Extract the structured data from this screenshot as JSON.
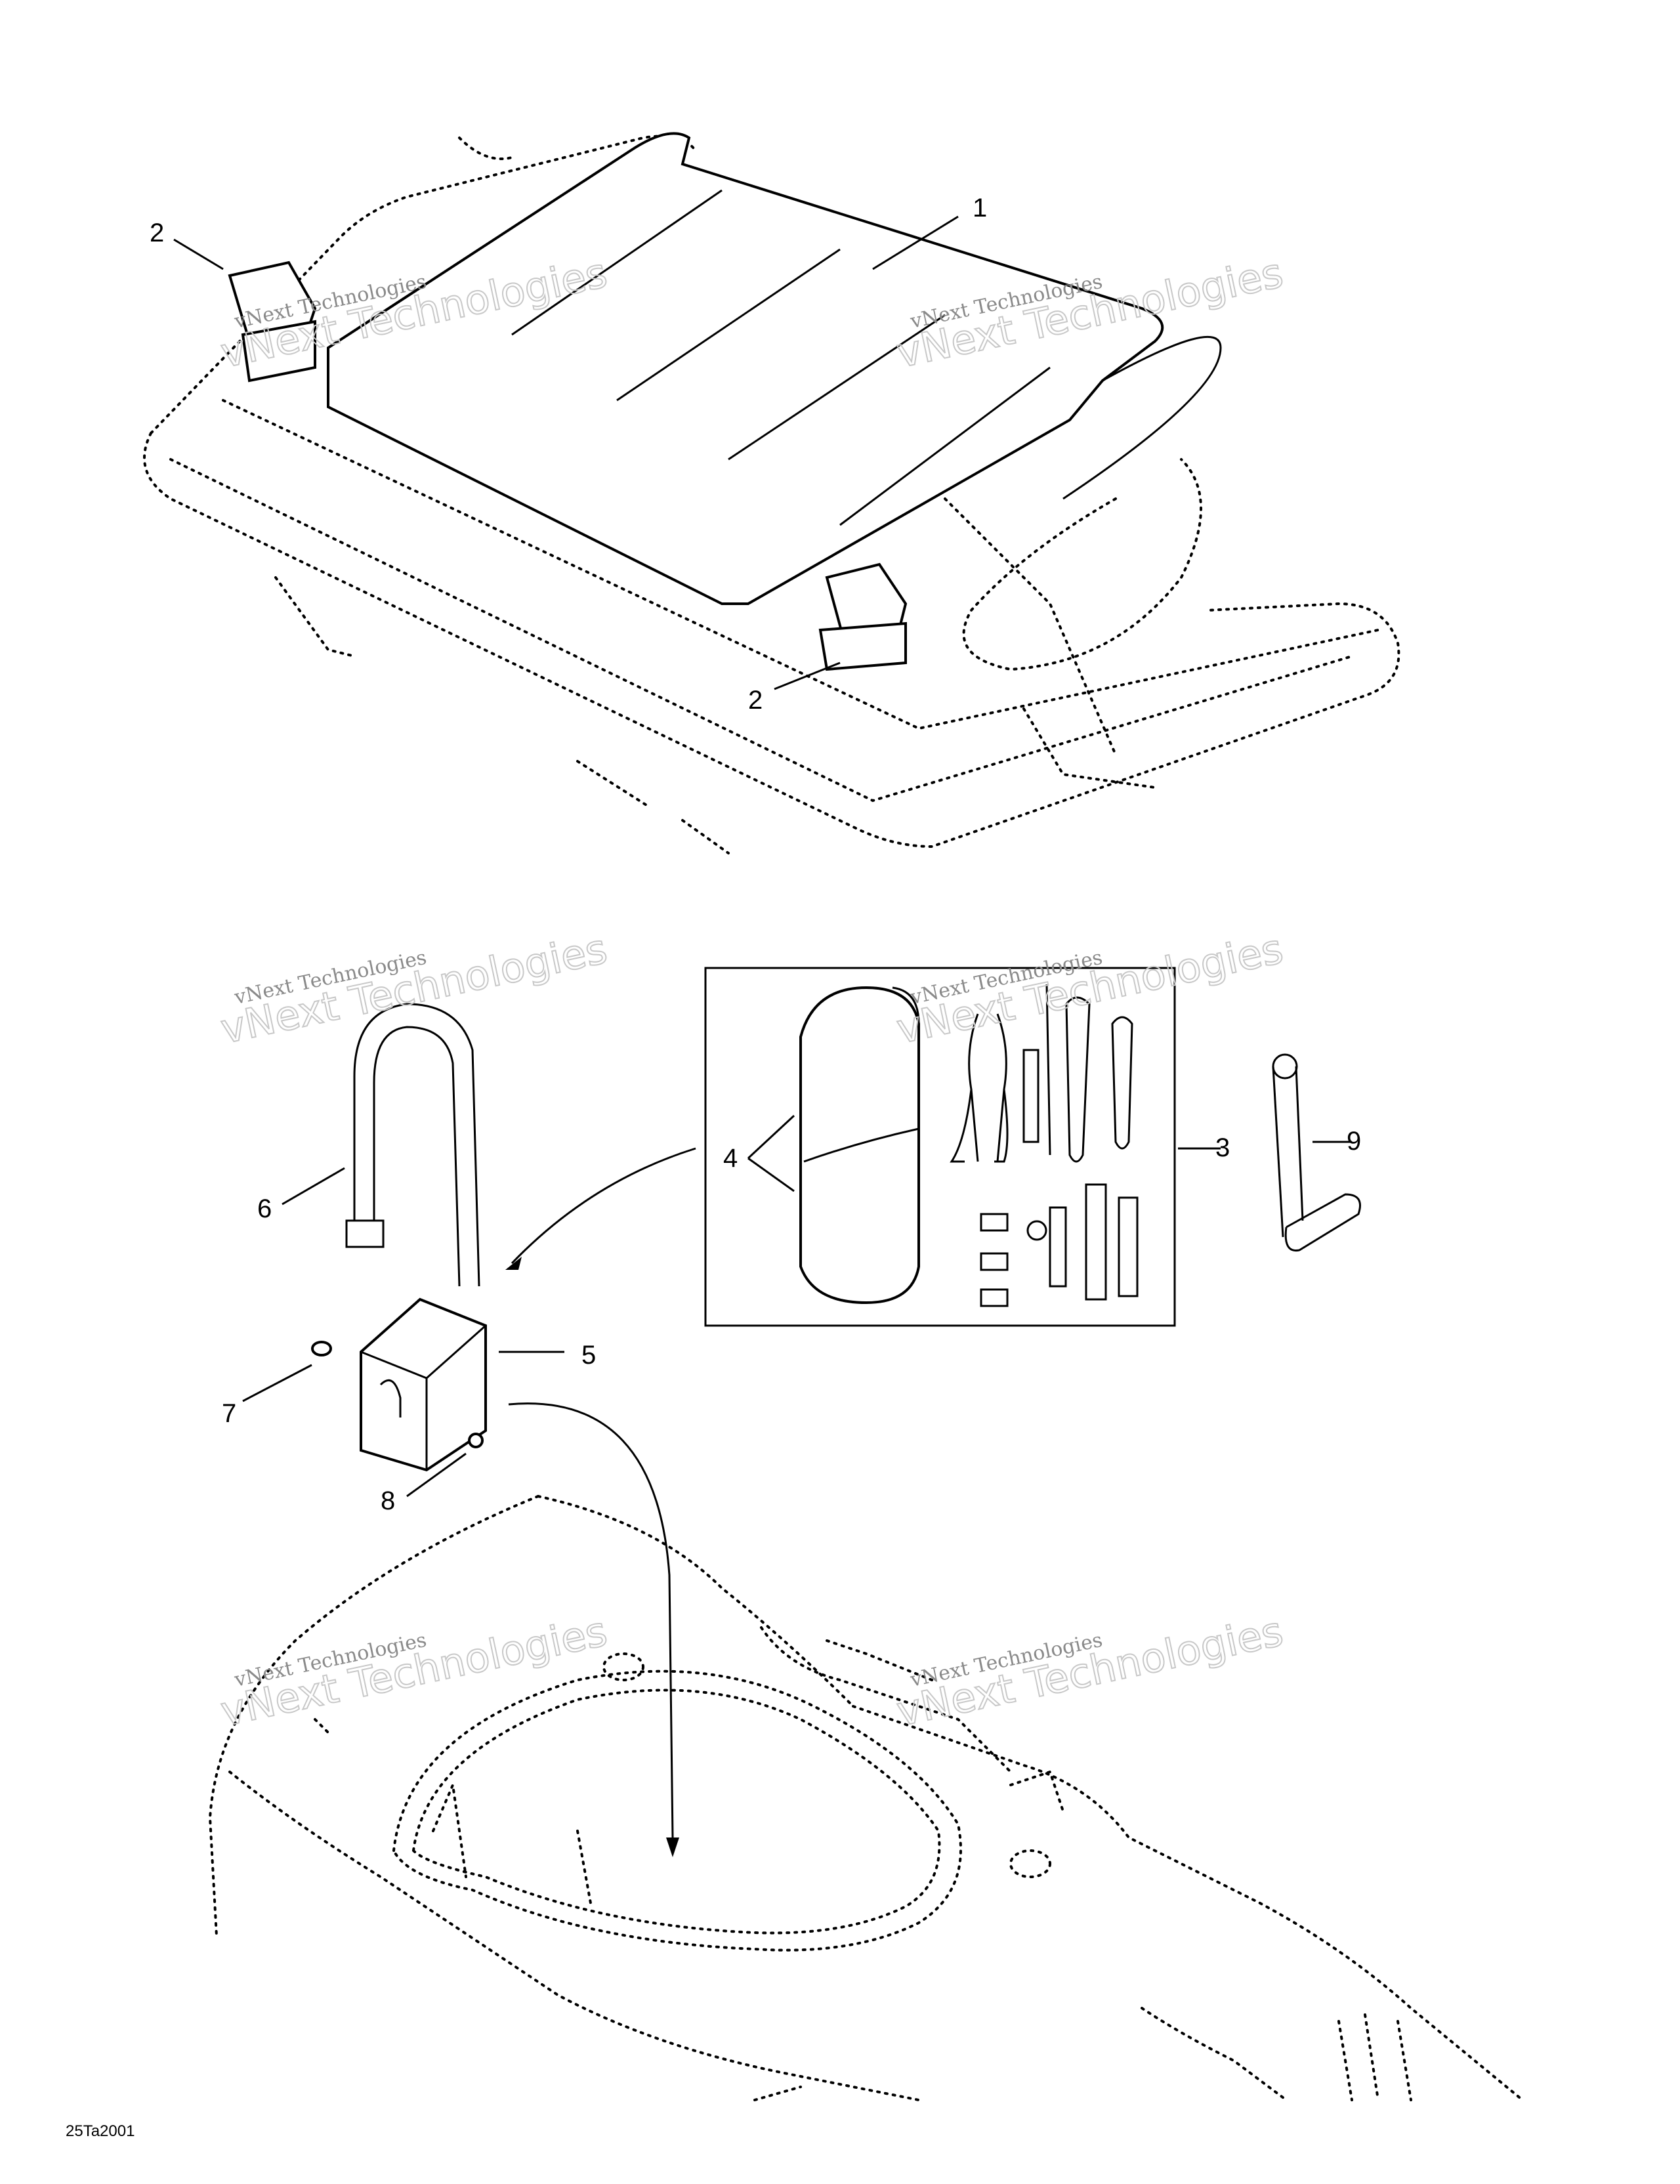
{
  "callouts": [
    {
      "id": "c1",
      "text": "1"
    },
    {
      "id": "c2a",
      "text": "2"
    },
    {
      "id": "c2b",
      "text": "2"
    },
    {
      "id": "c3",
      "text": "3"
    },
    {
      "id": "c4",
      "text": "4"
    },
    {
      "id": "c5",
      "text": "5"
    },
    {
      "id": "c6",
      "text": "6"
    },
    {
      "id": "c7",
      "text": "7"
    },
    {
      "id": "c8",
      "text": "8"
    },
    {
      "id": "c9",
      "text": "9"
    }
  ],
  "watermark": {
    "line1": "vNext Technologies",
    "line2": "vNext Technologies"
  },
  "drawing_code": "25Ta2001"
}
